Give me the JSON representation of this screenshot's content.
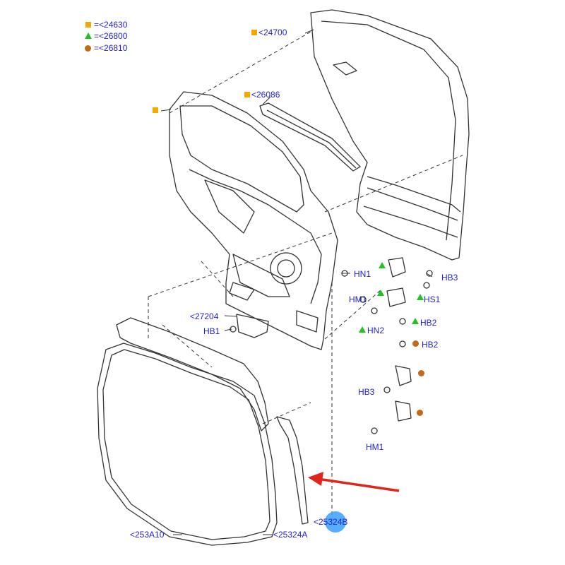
{
  "legend": [
    {
      "marker": "square",
      "color": "#f5a800",
      "text": "=<24630"
    },
    {
      "marker": "triangle",
      "color": "#22c222",
      "text": "=<26800"
    },
    {
      "marker": "circle",
      "color": "#c06a1a",
      "text": "=<26810"
    }
  ],
  "labels": {
    "p24700": "<24700",
    "p26086": "<26086",
    "p27204": "<27204",
    "hb1": "HB1",
    "hn1": "HN1",
    "hb3_top": "HB3",
    "hm1_top": "HM1",
    "hs1": "HS1",
    "hn2": "HN2",
    "hb2_a": "HB2",
    "hb2_b": "HB2",
    "hb3_bottom": "HB3",
    "hm1_bottom": "HM1",
    "p253A10": "<253A10",
    "p25324A": "<25324A",
    "p25324B": "<25324B"
  },
  "colors": {
    "label": "#1f1fcf",
    "line": "#333333",
    "arrow": "#e0261c",
    "highlight": "#3aa0ff"
  },
  "icons": [
    "square-marker-icon",
    "triangle-marker-icon",
    "circle-marker-icon",
    "callout-arrow-icon"
  ]
}
